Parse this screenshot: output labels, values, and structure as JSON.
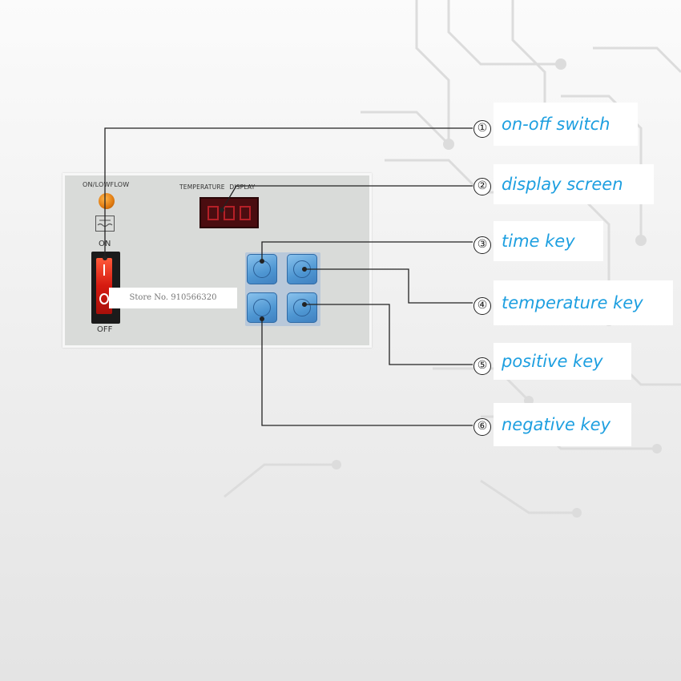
{
  "panel": {
    "top_left_label": "ON/LOWFLOW",
    "switch_on_label": "ON",
    "switch_off_label": "OFF",
    "display_header": "TEMPERATURE  DISPLAY",
    "watermark_text": "Store No. 910566320",
    "lamp_color": "#e07a10",
    "switch_color": "#d51a10",
    "display_color": "#4a0d10",
    "key_color": "#4e96d2"
  },
  "callouts": [
    {
      "number": "①",
      "label": "on-off switch"
    },
    {
      "number": "②",
      "label": "display screen"
    },
    {
      "number": "③",
      "label": "time key"
    },
    {
      "number": "④",
      "label": "temperature key"
    },
    {
      "number": "⑤",
      "label": "positive key"
    },
    {
      "number": "⑥",
      "label": "negative key"
    }
  ],
  "colors": {
    "callout_text": "#1d9fe0",
    "leader_line": "#222222"
  }
}
